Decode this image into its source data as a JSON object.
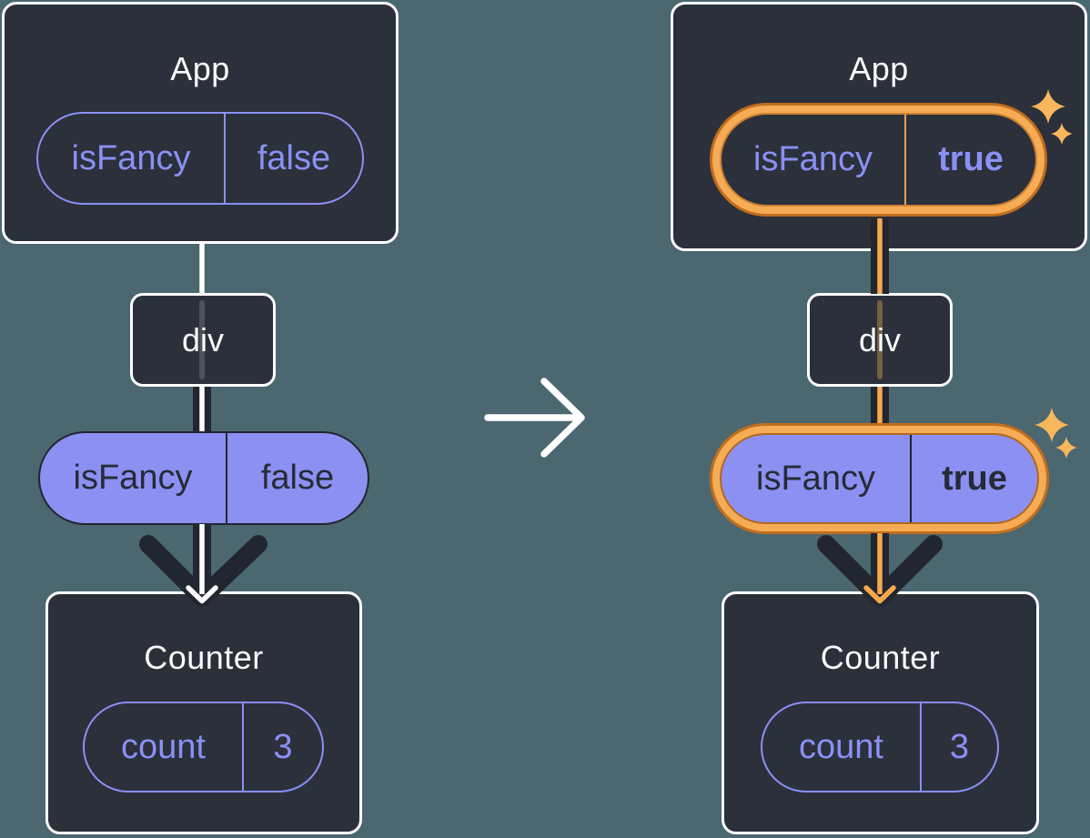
{
  "left": {
    "app": {
      "title": "App",
      "state_name": "isFancy",
      "state_value": "false"
    },
    "div_box": {
      "title": "div"
    },
    "prop": {
      "name": "isFancy",
      "value": "false"
    },
    "counter": {
      "title": "Counter",
      "state_name": "count",
      "state_value": "3"
    }
  },
  "right": {
    "app": {
      "title": "App",
      "state_name": "isFancy",
      "state_value": "true"
    },
    "div_box": {
      "title": "div"
    },
    "prop": {
      "name": "isFancy",
      "value": "true"
    },
    "counter": {
      "title": "Counter",
      "state_name": "count",
      "state_value": "3"
    }
  },
  "icons": {
    "transition_arrow": "right-arrow",
    "sparkle_large": "four-point-star",
    "sparkle_small": "four-point-star",
    "flow_arrowhead": "chevron-down"
  },
  "colors": {
    "background": "#4B6770",
    "card": "#2B303B",
    "card_border": "#FFFFFF",
    "purple_accent": "#8A90F5",
    "purple_fill": "#8C90F2",
    "ink_dark": "#222630",
    "orange_ring_dark": "#C06E1E",
    "orange_ring_light": "#F6AC55",
    "orange_flow_line": "#F9A94C",
    "sparkle": "#F8B75C",
    "white_flow_line": "#FFFFFF"
  }
}
